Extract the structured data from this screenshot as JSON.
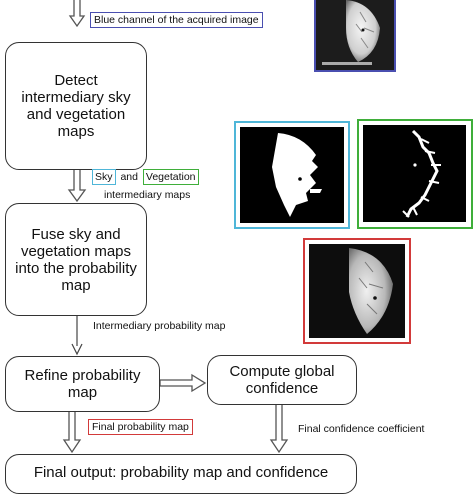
{
  "boxes": {
    "detect": "Detect intermediary sky and vegetation maps",
    "fuse": "Fuse sky and vegetation maps into the probability map",
    "refine": "Refine probability map",
    "compute": "Compute global confidence",
    "final_output": "Final output: probability map and confidence"
  },
  "labels": {
    "blue_channel": "Blue channel of the acquired image",
    "sky": "Sky",
    "and": "and",
    "vegetation": "Vegetation",
    "intermediary_maps": "intermediary maps",
    "intermediary_probability_map": "Intermediary probability map",
    "final_probability_map": "Final probability map",
    "final_confidence_coefficient": "Final confidence coefficient"
  },
  "colors": {
    "blue_frame": "#4a4fb0",
    "cyan_frame": "#4fb6d8",
    "green_frame": "#3fae3a",
    "red_frame": "#d23a3a"
  }
}
